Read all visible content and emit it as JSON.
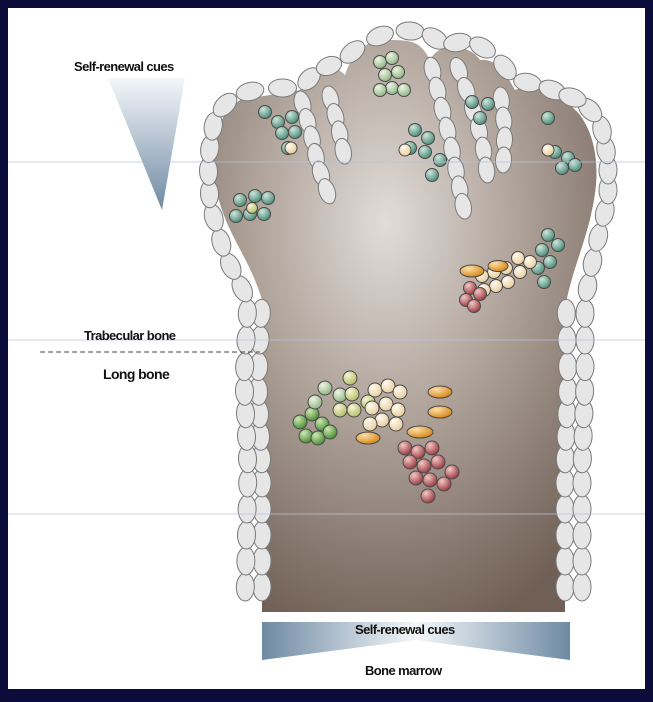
{
  "labels": {
    "top_cue": "Self-renewal cues",
    "trabecular": "Trabecular bone",
    "long_bone": "Long bone",
    "bottom_cue": "Self-renewal cues",
    "marrow": "Bone marrow"
  },
  "colors": {
    "frame_background": "#0c0c3a",
    "panel_background": "#ffffff",
    "bone_cell_fill": "#e6e6e6",
    "bone_cell_stroke": "#7a7a7a",
    "marrow_dark": "#7b6a5f",
    "marrow_light": "#e2dcd8",
    "cue_gradient_dark": "#6f8aa3",
    "cue_gradient_light": "#f4f7fa",
    "cell_teal": "#5f9f8c",
    "cell_mint": "#a8c8a0",
    "cell_green": "#6aa84f",
    "cell_olive": "#c9d38a",
    "cell_cream": "#f7e6c4",
    "cell_orange": "#e8a23c",
    "cell_red": "#b5555a"
  }
}
